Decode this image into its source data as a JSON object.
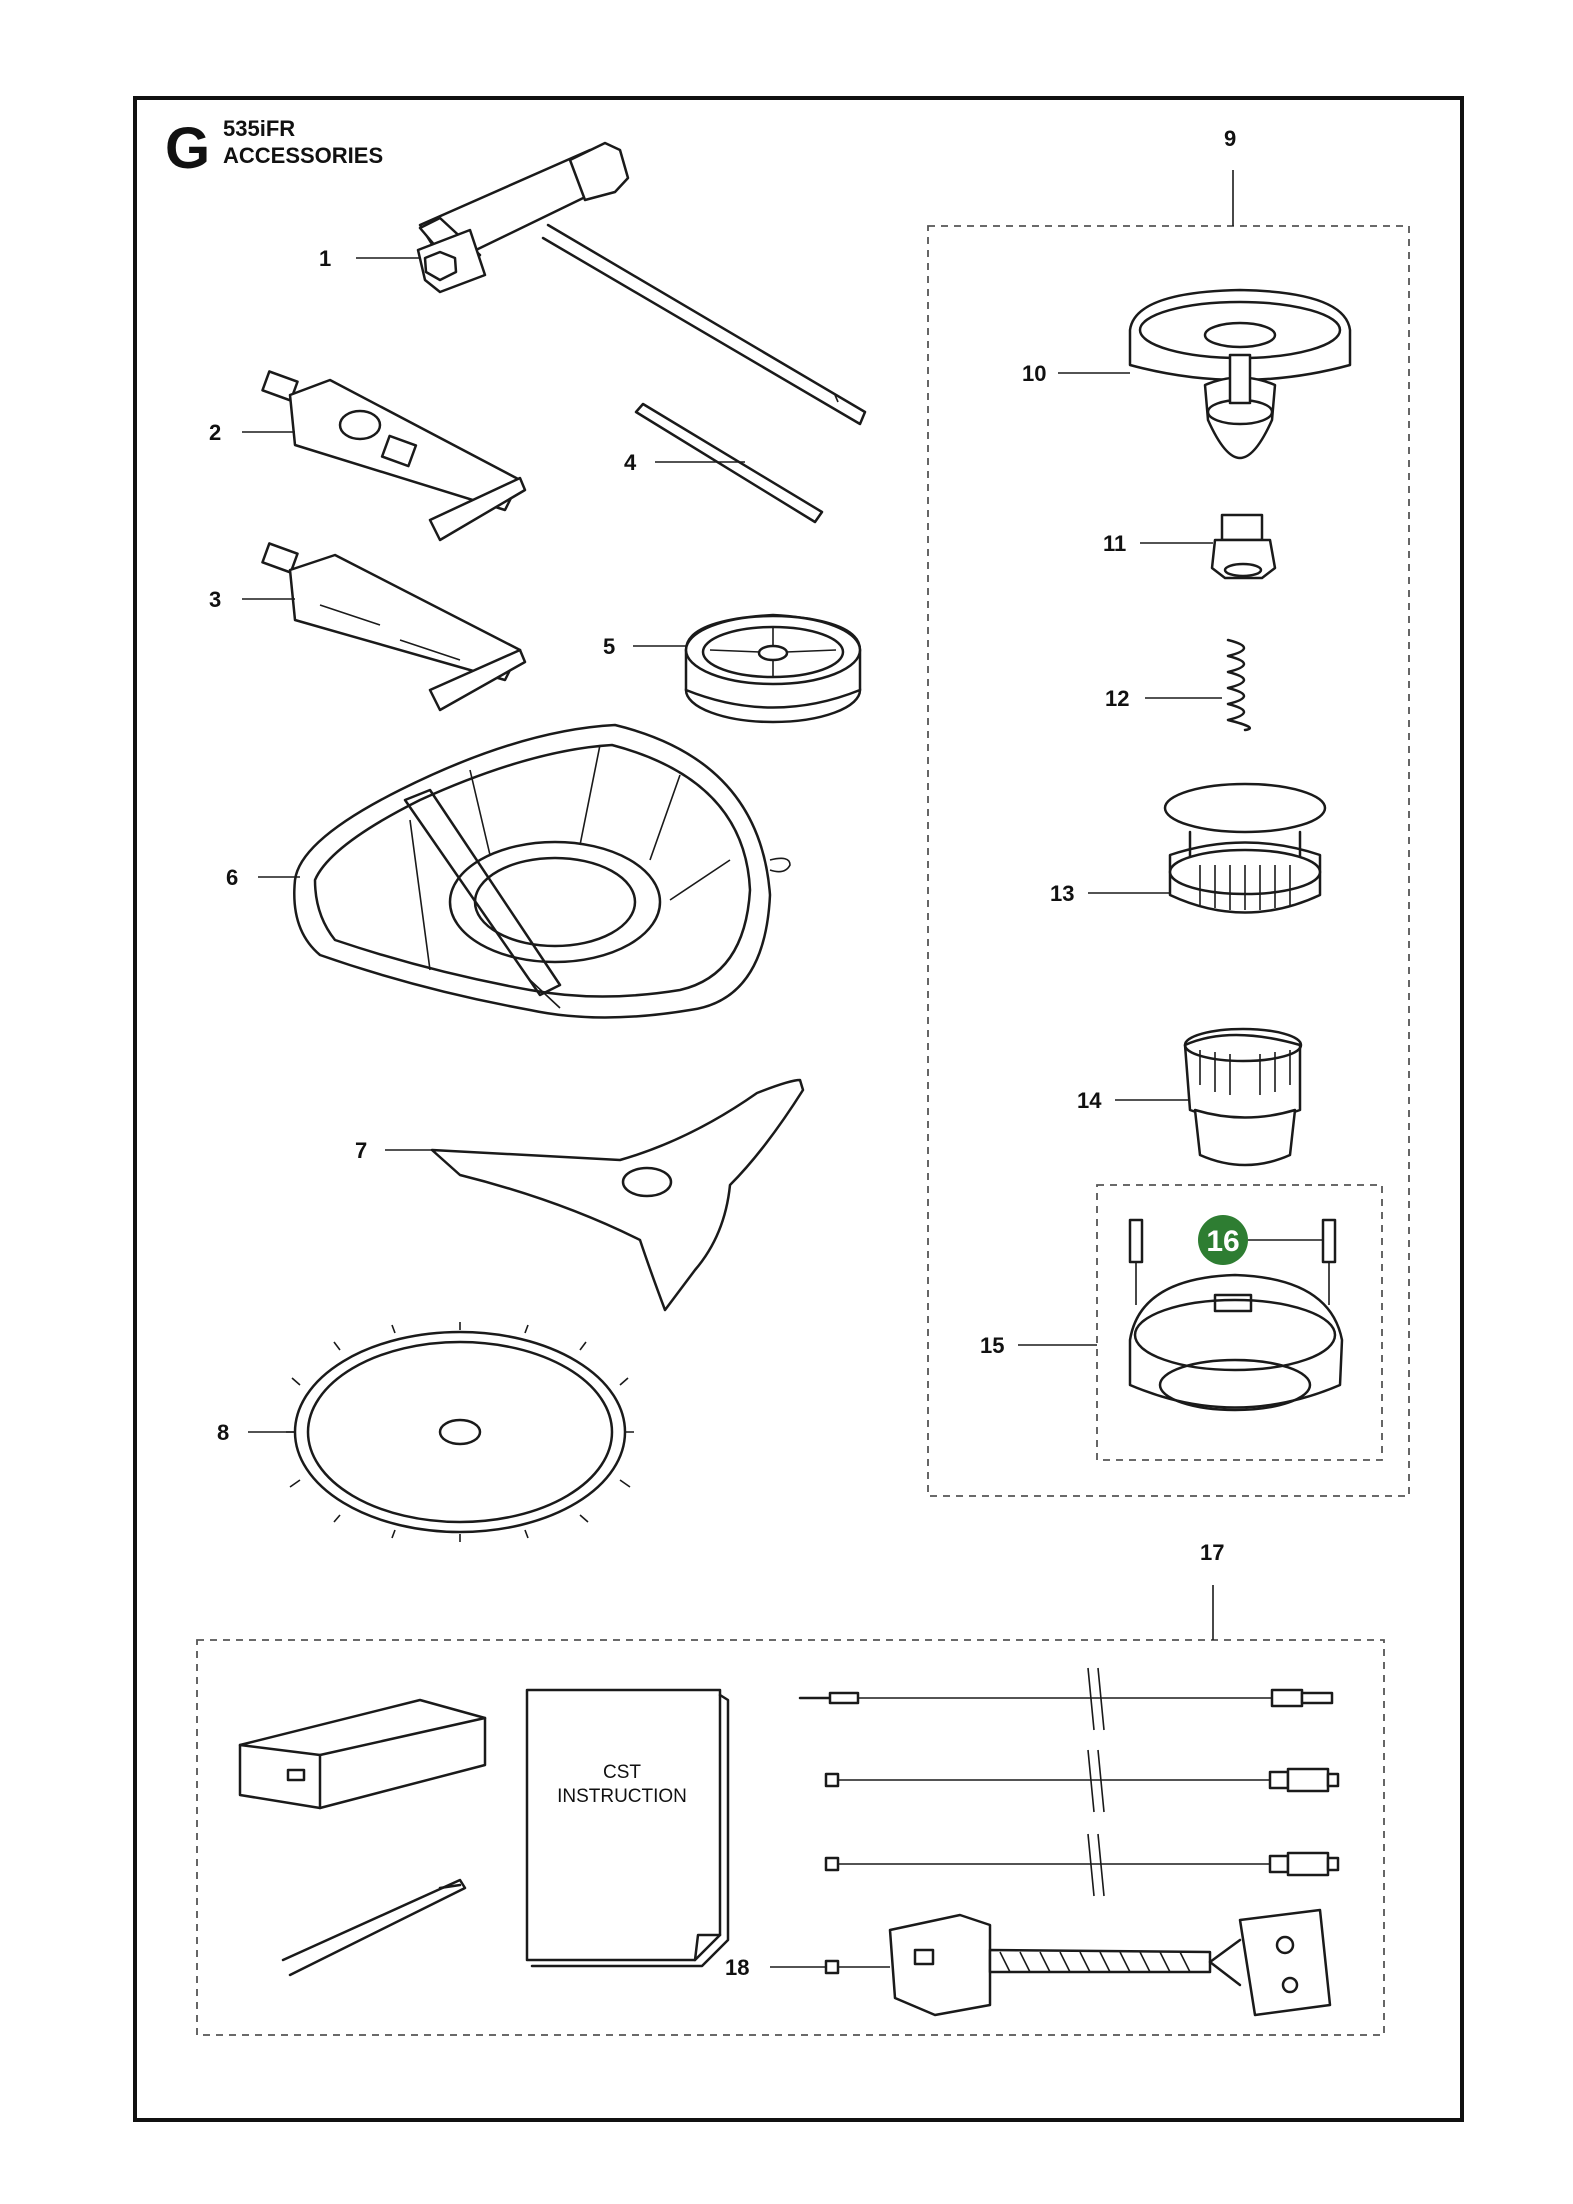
{
  "header": {
    "section_letter": "G",
    "model": "535iFR",
    "section_title": "ACCESSORIES"
  },
  "callouts": {
    "c1": "1",
    "c2": "2",
    "c3": "3",
    "c4": "4",
    "c5": "5",
    "c6": "6",
    "c7": "7",
    "c8": "8",
    "c9": "9",
    "c10": "10",
    "c11": "11",
    "c12": "12",
    "c13": "13",
    "c14": "14",
    "c15": "15",
    "c16": "16",
    "c17": "17",
    "c18": "18"
  },
  "instruction_booklet": {
    "line1": "CST",
    "line2": "INSTRUCTION"
  },
  "colors": {
    "highlight_badge": "#2e7d32",
    "line": "#1a1a1a"
  }
}
